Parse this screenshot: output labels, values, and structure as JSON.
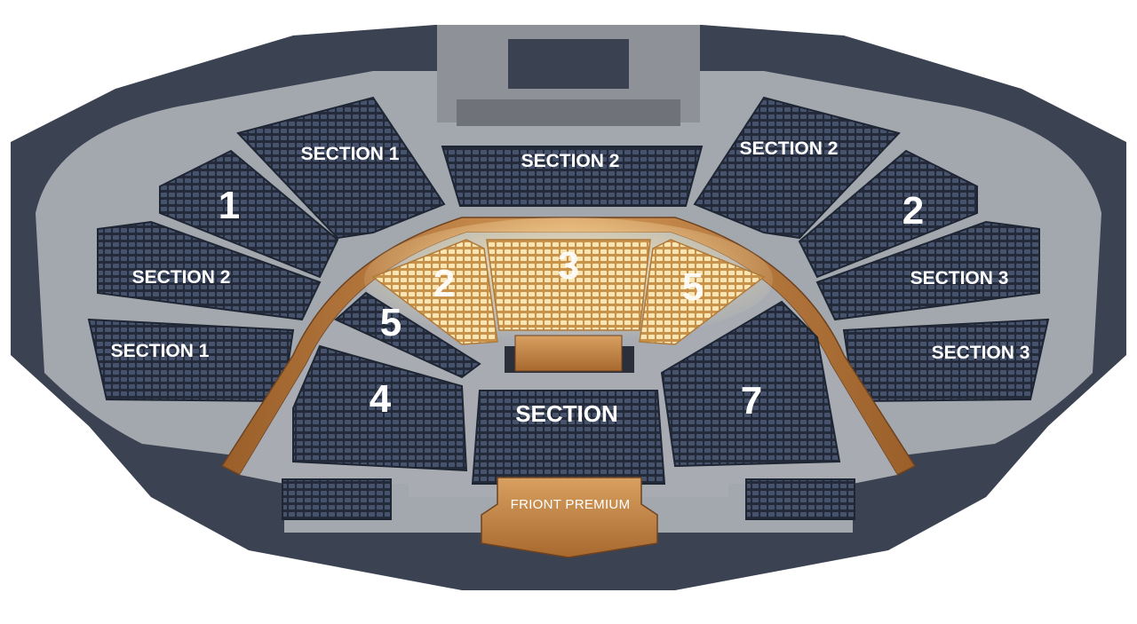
{
  "venue_map": {
    "colors": {
      "background": "#ffffff",
      "outer_wall": "#3a4150",
      "concourse": "#a9adb4",
      "seat_block": "#2b3446",
      "seat": "#44506a",
      "wood": "#b97a3c",
      "glow_seat": "#f3d79a",
      "stage_box": "#6c6f74"
    },
    "sections": [
      {
        "key": "upper_left_section_1",
        "label": "SECTION 1"
      },
      {
        "key": "upper_center_section_2",
        "label": "SECTION 2"
      },
      {
        "key": "upper_right_section_2",
        "label": "SECTION 2"
      },
      {
        "key": "left_1",
        "label": "1"
      },
      {
        "key": "right_2",
        "label": "2"
      },
      {
        "key": "left_section_2",
        "label": "SECTION 2"
      },
      {
        "key": "right_section_3_upper",
        "label": "SECTION 3"
      },
      {
        "key": "left_section_1",
        "label": "SECTION 1"
      },
      {
        "key": "right_section_3_lower",
        "label": "SECTION 3"
      },
      {
        "key": "glow_2",
        "label": "2"
      },
      {
        "key": "glow_3",
        "label": "3"
      },
      {
        "key": "glow_5",
        "label": "5"
      },
      {
        "key": "floor_5",
        "label": "5"
      },
      {
        "key": "floor_4",
        "label": "4"
      },
      {
        "key": "floor_section",
        "label": "SECTION"
      },
      {
        "key": "floor_7",
        "label": "7"
      },
      {
        "key": "front_premium",
        "label": "FRIONT PREMIUM"
      }
    ]
  }
}
